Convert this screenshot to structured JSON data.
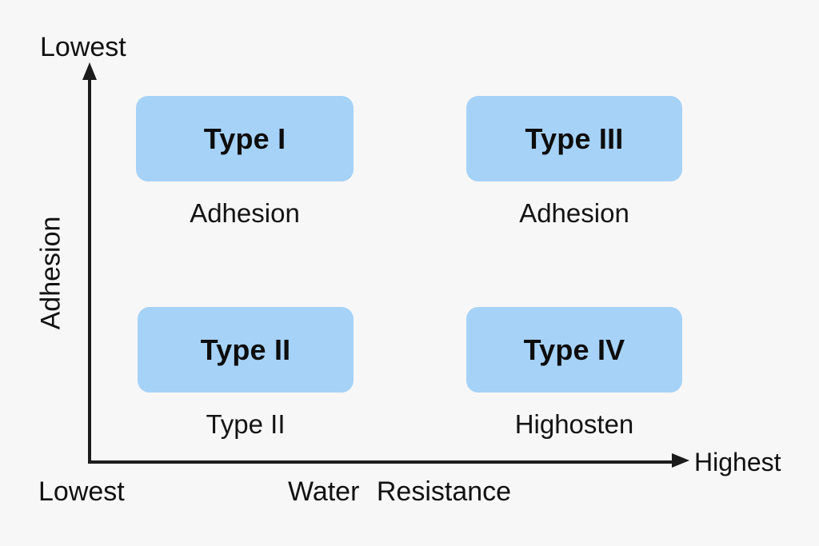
{
  "chart_data": {
    "type": "matrix",
    "title": "",
    "xlabel": "Water Resistance",
    "ylabel": "Adhesion",
    "x_axis": {
      "low_label": "Lowest",
      "high_label": "Highest"
    },
    "y_axis": {
      "top_label": "Lowest"
    },
    "grid": false,
    "legend": "none",
    "quadrants": [
      {
        "id": "type-i",
        "label": "Type I",
        "caption": "Adhesion",
        "x": "low",
        "y": "top",
        "color": "#a6d2f8"
      },
      {
        "id": "type-iii",
        "label": "Type III",
        "caption": "Adhesion",
        "x": "high",
        "y": "top",
        "color": "#a6d2f8"
      },
      {
        "id": "type-ii",
        "label": "Type II",
        "caption": "Type II",
        "x": "low",
        "y": "bottom",
        "color": "#a6d2f8"
      },
      {
        "id": "type-iv",
        "label": "Type IV",
        "caption": "Highosten",
        "x": "high",
        "y": "bottom",
        "color": "#a6d2f8"
      }
    ]
  },
  "axes": {
    "y_top_label": "Lowest",
    "y_title": "Adhesion",
    "x_left_label": "Lowest",
    "x_right_label": "Highest",
    "x_title": "Water Resistance"
  },
  "colors": {
    "background": "#f7f7f7",
    "box_fill": "#a6d2f8",
    "axis": "#1c1c1c",
    "text": "#111111"
  }
}
